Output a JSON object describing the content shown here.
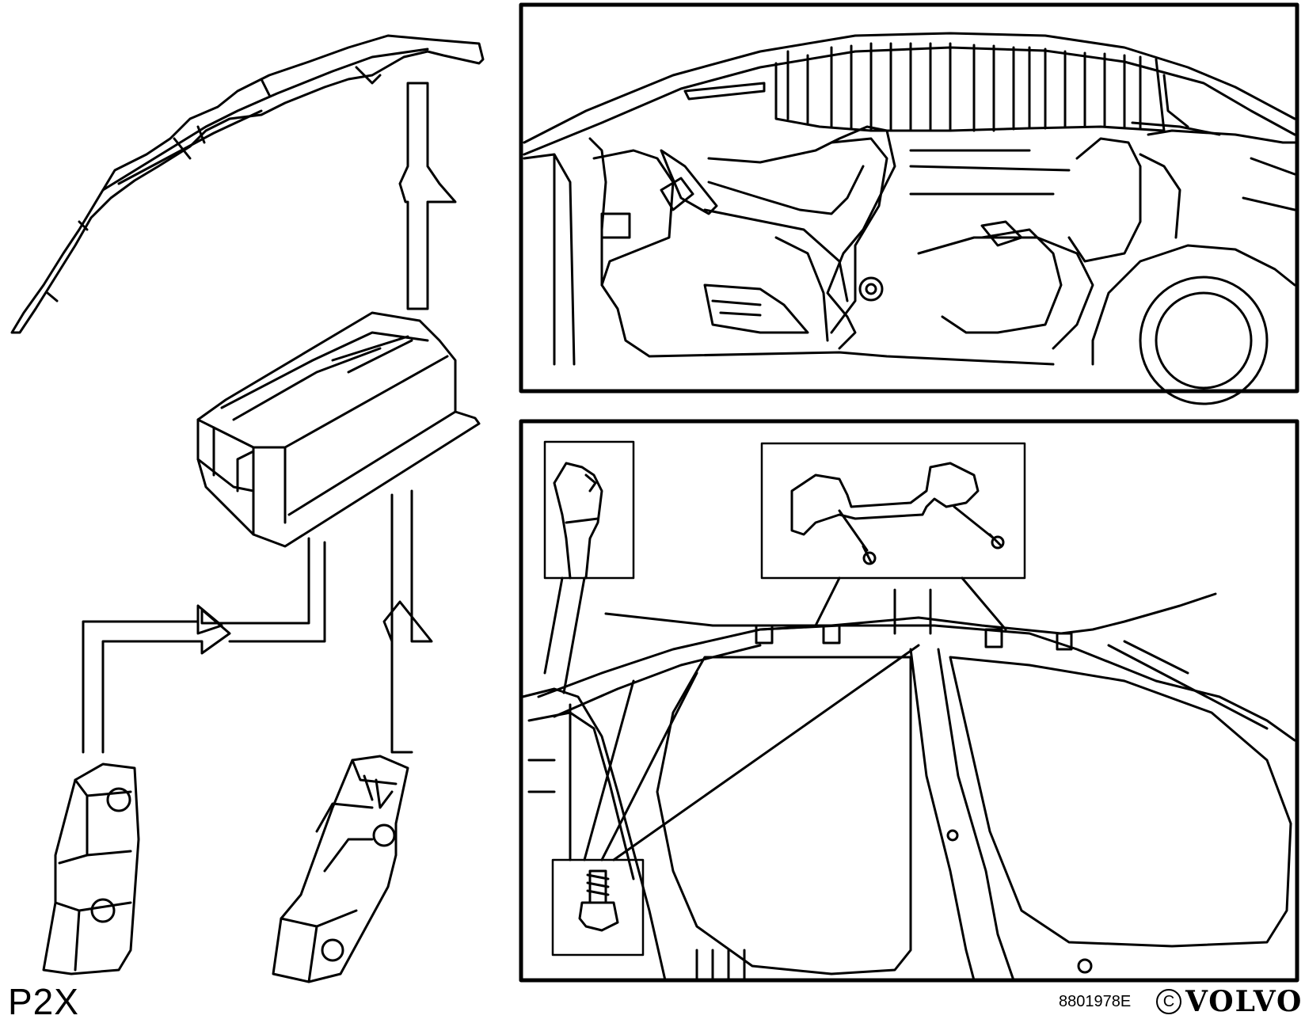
{
  "model": "P2X",
  "reference": "8801978E",
  "copyright_symbol": "C",
  "brand": "VOLVO",
  "colors": {
    "line": "#000000",
    "background": "#ffffff"
  }
}
